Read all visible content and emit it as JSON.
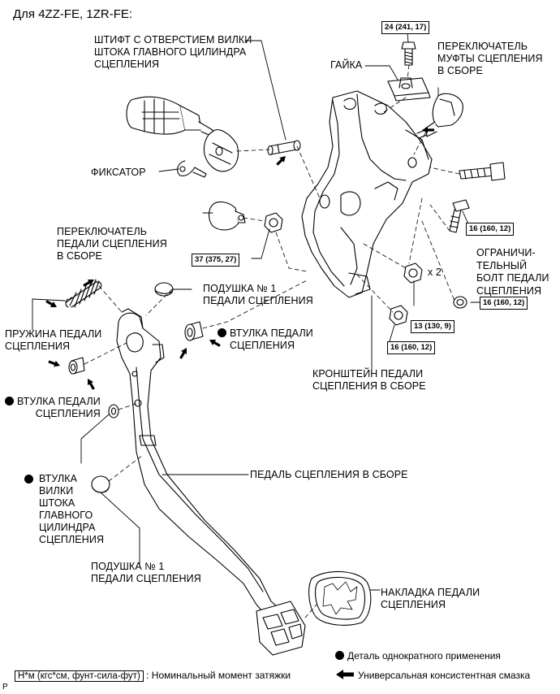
{
  "title": "Для 4ZZ-FE, 1ZR-FE:",
  "labels": {
    "pin": "ШТИФТ С ОТВЕРСТИЕМ ВИЛКИ\nШТОКА ГЛАВНОГО ЦИЛИНДРА\nСЦЕПЛЕНИЯ",
    "nut": "ГАЙКА",
    "clutch_switch": "ПЕРЕКЛЮЧАТЕЛЬ\nМУФТЫ СЦЕПЛЕНИЯ\nВ СБОРЕ",
    "clip": "ФИКСАТОР",
    "pedal_switch": "ПЕРЕКЛЮЧАТЕЛЬ\nПЕДАЛИ СЦЕПЛЕНИЯ\nВ СБОРЕ",
    "stopper_bolt": "ОГРАНИЧИ-\nТЕЛЬНЫЙ\nБОЛТ ПЕДАЛИ\nСЦЕПЛЕНИЯ",
    "cushion_top": "ПОДУШКА № 1\nПЕДАЛИ СЦЕПЛЕНИЯ",
    "spring": "ПРУЖИНА ПЕДАЛИ\nСЦЕПЛЕНИЯ",
    "bushing_right": "ВТУЛКА ПЕДАЛИ\nСЦЕПЛЕНИЯ",
    "bushing_left": "ВТУЛКА ПЕДАЛИ\nСЦЕПЛЕНИЯ",
    "bracket": "КРОНШТЕЙН ПЕДАЛИ\nСЦЕПЛЕНИЯ В СБОРЕ",
    "fork_bushing": "ВТУЛКА\nВИЛКИ\nШТОКА\nГЛАВНОГО\nЦИЛИНДРА\nСЦЕПЛЕНИЯ",
    "pedal": "ПЕДАЛЬ СЦЕПЛЕНИЯ В СБОРЕ",
    "cushion_bottom": "ПОДУШКА № 1\nПЕДАЛИ СЦЕПЛЕНИЯ",
    "pad": "НАКЛАДКА ПЕДАЛИ\nСЦЕПЛЕНИЯ",
    "x2": "x 2"
  },
  "torques": {
    "t24": "24 (241, 17)",
    "t37": "37 (375, 27)",
    "t16a": "16 (160, 12)",
    "t16b": "16 (160, 12)",
    "t13": "13 (130, 9)",
    "t16c": "16 (160, 12)"
  },
  "legend": {
    "single_use": "Деталь однократного применения",
    "torque_unit": "Н*м (кгс*см, фунт-сила-фут)",
    "torque_desc": ": Номинальный момент затяжки",
    "grease": "Универсальная консистентная смазка",
    "corner": "P"
  },
  "icons": [
    "single-use-dot-icon",
    "grease-arrow-icon"
  ]
}
